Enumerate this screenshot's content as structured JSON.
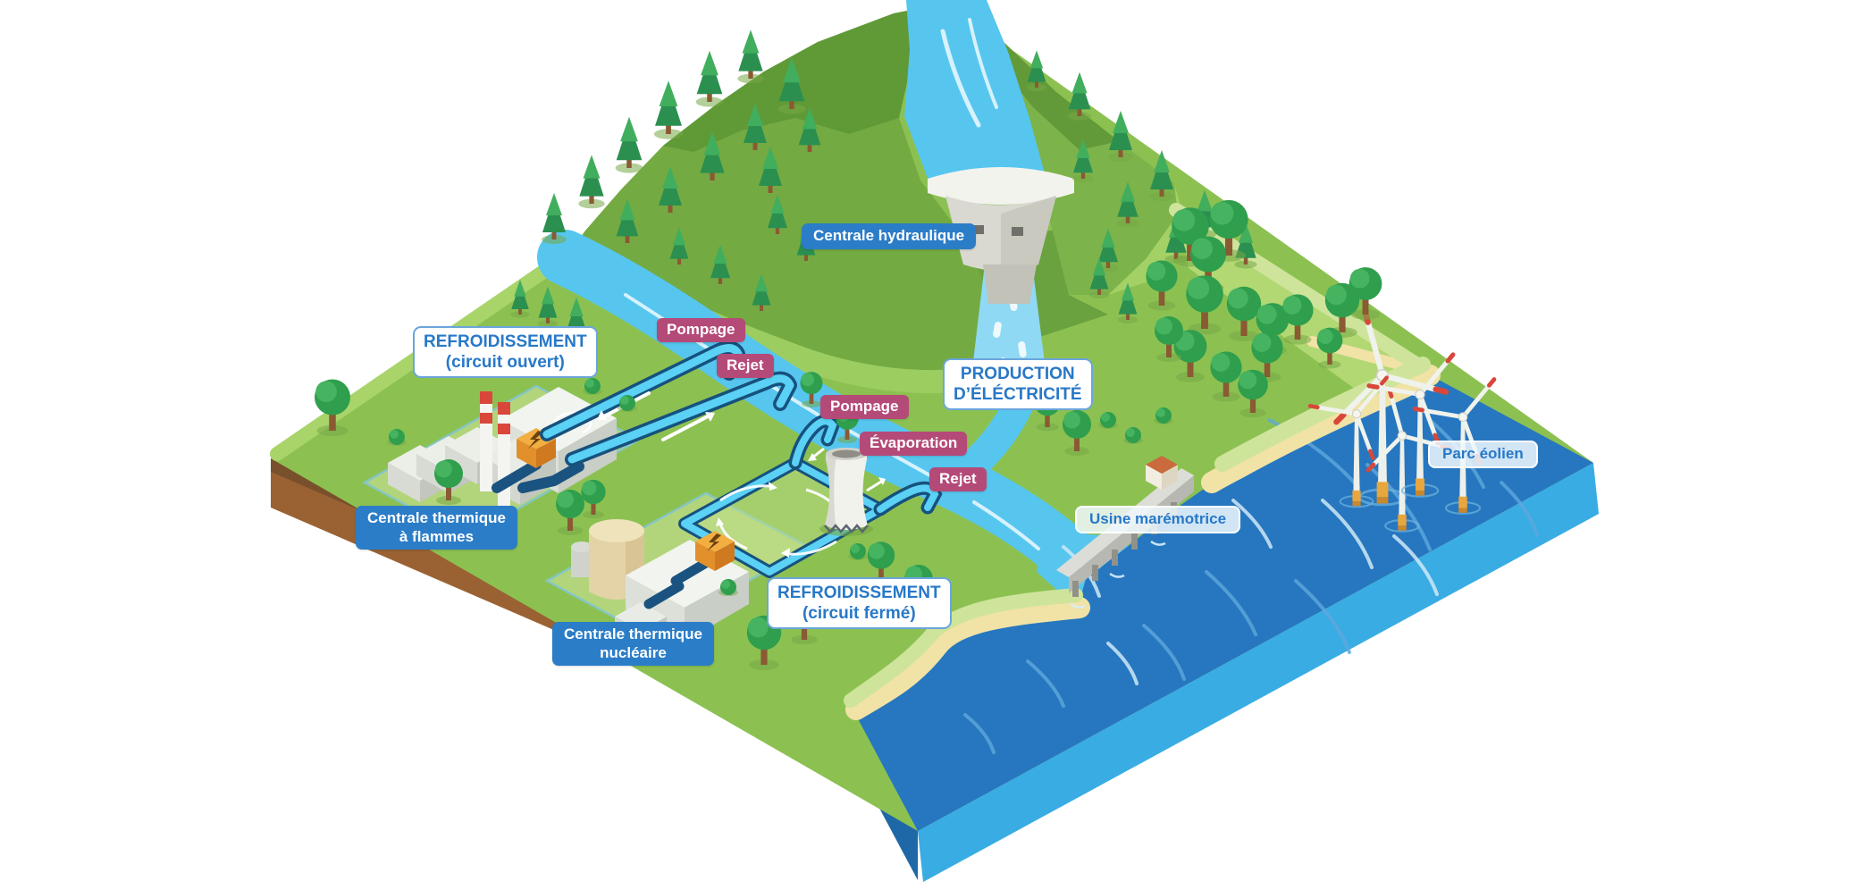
{
  "palette": {
    "background": "#FFFFFF",
    "grass": "#8CC152",
    "mountain_mid": "#74AA42",
    "mountain_dark": "#5F9A37",
    "mountain_light": "#9CCD61",
    "river": "#56C6EF",
    "sea": "#2677C0",
    "sea_side_face": "#39ACE4",
    "sand": "#F1E2A6",
    "cliff_brown": "#9A6233",
    "pipe_light": "#5AD1F5",
    "pipe_dark": "#17517D",
    "label_blue": "#2B7DC8",
    "label_pink": "#B44A78",
    "label_text_blue": "#2878C8",
    "transformer_orange": "#F3AE41",
    "chimney_red": "#D8473A"
  },
  "labels": {
    "centrale_hydraulique": {
      "text": "Centrale hydraulique"
    },
    "refroidissement_ouvert": {
      "line1": "REFROIDISSEMENT",
      "line2": "(circuit ouvert)"
    },
    "pompage_ouvert": {
      "text": "Pompage"
    },
    "rejet_ouvert": {
      "text": "Rejet"
    },
    "production_electricite": {
      "line1": "PRODUCTION",
      "line2": "D’ÉLÉCTRICITÉ"
    },
    "pompage_ferme": {
      "text": "Pompage"
    },
    "evaporation": {
      "text": "Évaporation"
    },
    "rejet_ferme": {
      "text": "Rejet"
    },
    "centrale_thermique_flammes": {
      "line1": "Centrale thermique",
      "line2": "à flammes"
    },
    "refroidissement_ferme": {
      "line1": "REFROIDISSEMENT",
      "line2": "(circuit fermé)"
    },
    "centrale_thermique_nucleaire": {
      "line1": "Centrale thermique",
      "line2": "nucléaire"
    },
    "usine_maremotrice": {
      "text": "Usine marémotrice"
    },
    "parc_eolien": {
      "text": "Parc éolien"
    }
  }
}
